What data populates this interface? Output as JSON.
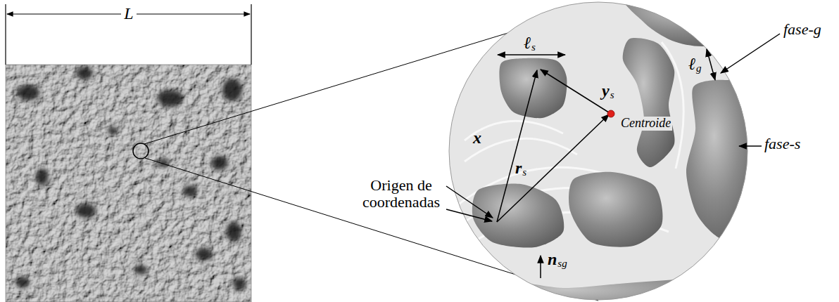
{
  "diagram": {
    "labels": [
      "L",
      "ℓ",
      "s",
      "fase-g",
      "ℓ",
      "g",
      "y",
      "s",
      "Centroide",
      "x",
      "r",
      "s",
      "Origen de coordenadas",
      "fase-s",
      "n",
      "sg"
    ]
  }
}
